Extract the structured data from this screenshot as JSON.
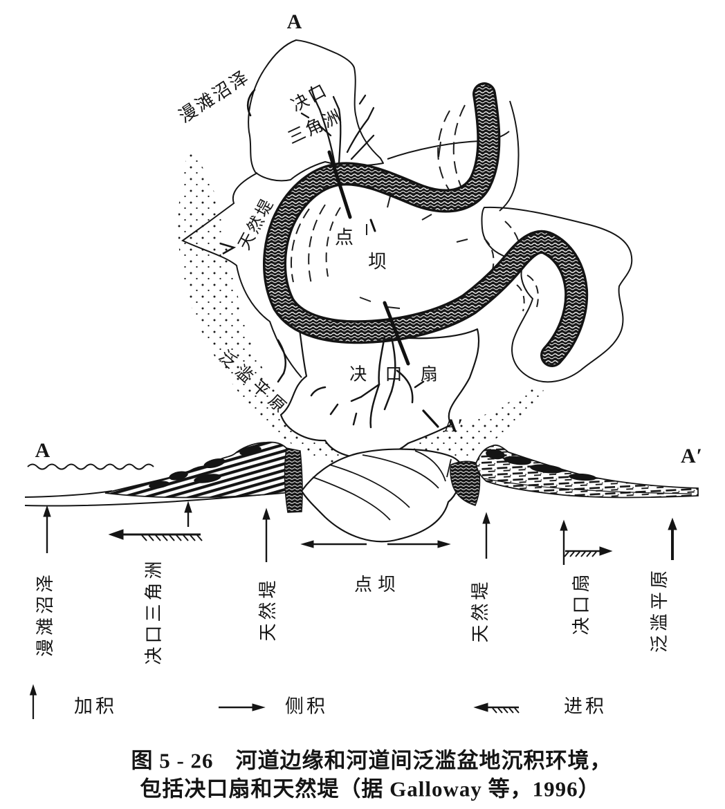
{
  "figure": {
    "colors": {
      "ink": "#151515",
      "paper": "#ffffff"
    },
    "plan": {
      "section_a": "A",
      "section_a_prime": "A′",
      "overbank_marsh": "漫滩沼泽",
      "crevasse_delta_line1": "决口",
      "crevasse_delta_line2": "三角洲",
      "natural_levee": "天然堤",
      "point_bar_char1": "点",
      "point_bar_char2": "坝",
      "crevasse_splay": "决 口 扇",
      "floodplain": "泛滥平原"
    },
    "section": {
      "a": "A",
      "a_prime": "A′",
      "labels": [
        "漫滩沼泽",
        "决口三角洲",
        "天然堤",
        "点坝",
        "天然堤",
        "决口扇",
        "泛滥平原"
      ]
    },
    "legend": [
      {
        "symbol": "up-arrow",
        "label": "加积"
      },
      {
        "symbol": "right-arrow",
        "label": "侧积"
      },
      {
        "symbol": "hatched-left-arrow",
        "label": "进积"
      }
    ],
    "caption": {
      "line1": "图 5 - 26　河道边缘和河道间泛滥盆地沉积环境，",
      "line2": "包括决口扇和天然堤（据 Galloway 等，1996）"
    }
  }
}
